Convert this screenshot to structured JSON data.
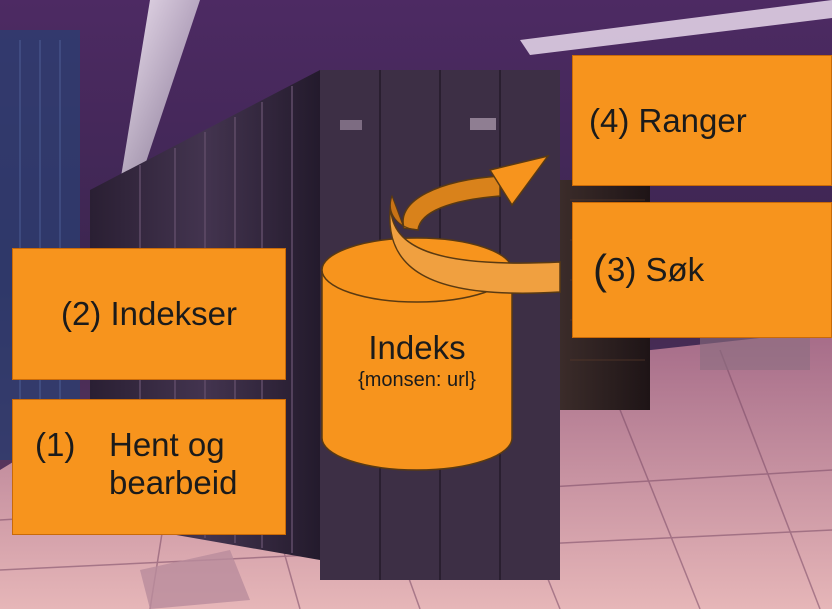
{
  "steps": {
    "indekser": "(2) Indekser",
    "hent_num": "(1)",
    "hent_line1": "Hent og",
    "hent_line2": "bearbeid",
    "ranger": "(4) Ranger",
    "sok_paren": "(",
    "sok_rest": "3) Søk"
  },
  "index": {
    "title": "Indeks",
    "subtitle": "{monsen: url}"
  },
  "colors": {
    "box_fill": "#f7941d",
    "box_border": "#c96a08",
    "text": "#1b1b1b"
  },
  "icons": {
    "database": "cylinder",
    "flow_arrow": "curved-arrow"
  }
}
